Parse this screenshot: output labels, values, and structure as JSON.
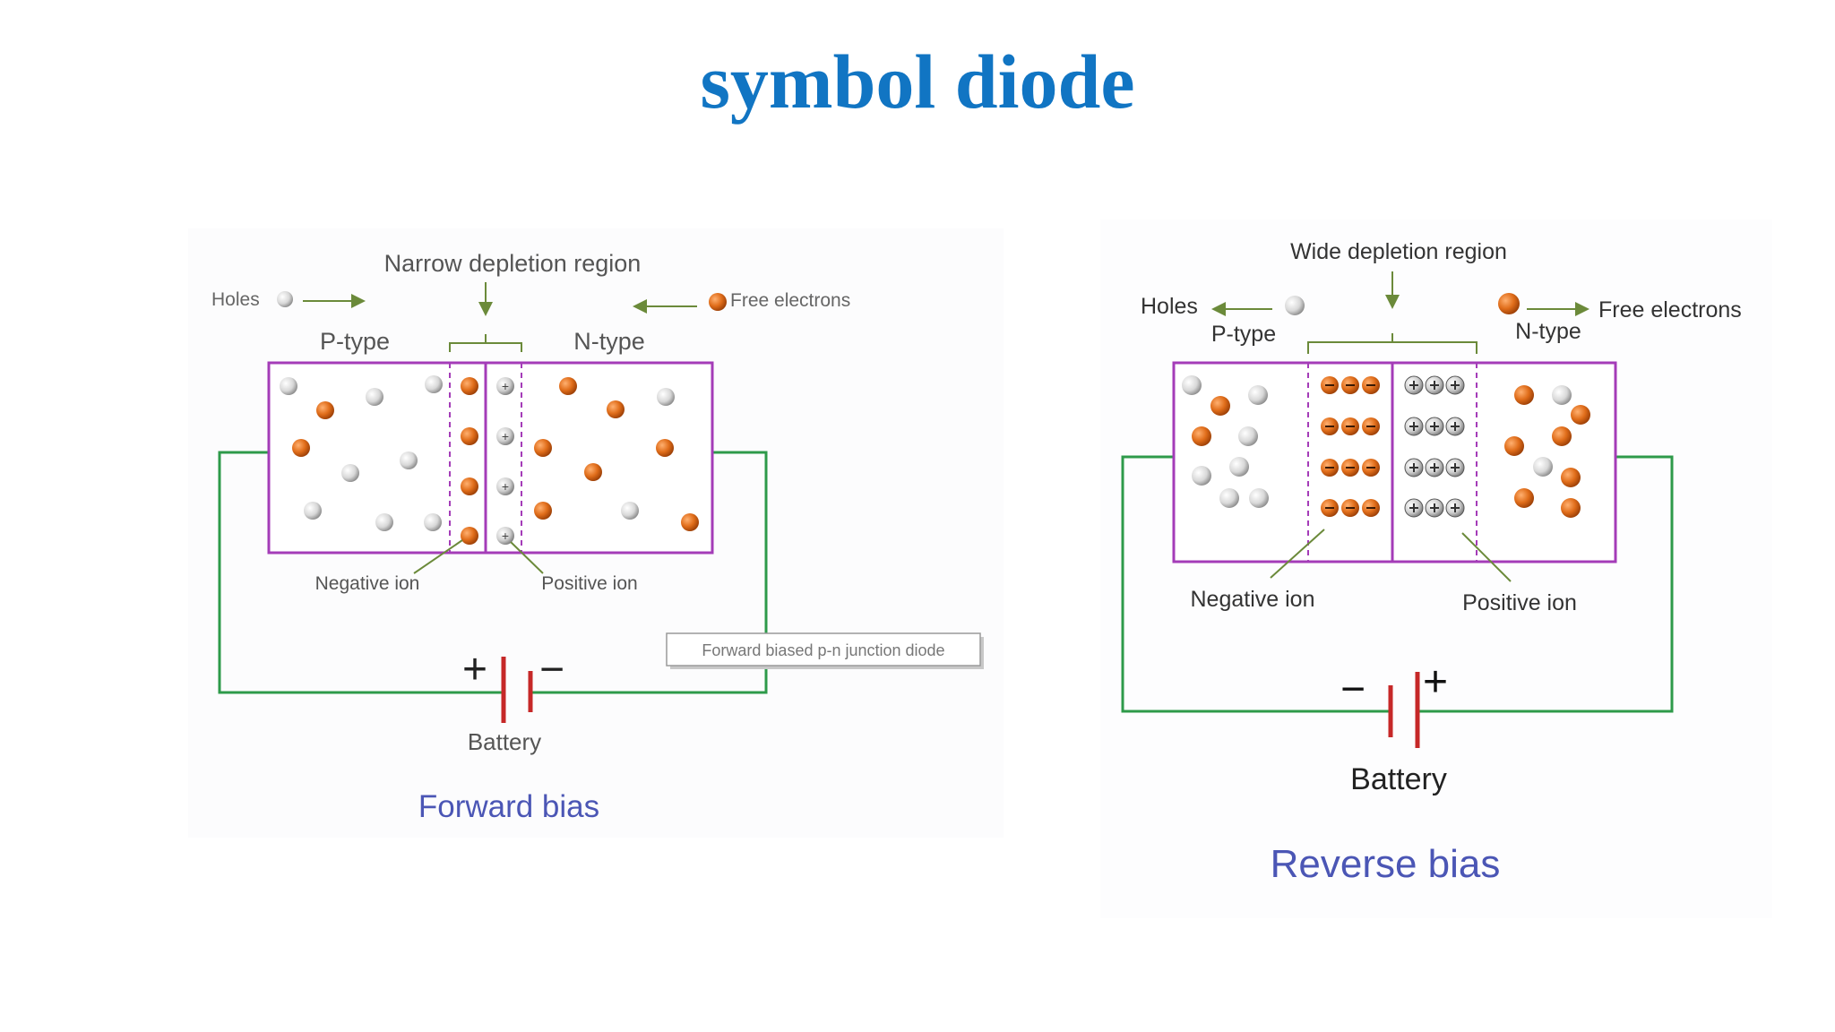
{
  "title": "symbol diode",
  "forward": {
    "depletion_label": "Narrow depletion region",
    "holes_label": "Holes",
    "electrons_label": "Free electrons",
    "p_type": "P-type",
    "n_type": "N-type",
    "negative_ion": "Negative ion",
    "positive_ion": "Positive ion",
    "battery_plus": "+",
    "battery_minus": "−",
    "battery_label": "Battery",
    "tooltip": "Forward biased p-n junction diode",
    "caption": "Forward bias"
  },
  "reverse": {
    "depletion_label": "Wide depletion region",
    "holes_label": "Holes",
    "electrons_label": "Free electrons",
    "p_type": "P-type",
    "n_type": "N-type",
    "negative_ion": "Negative ion",
    "positive_ion": "Positive ion",
    "battery_minus": "−",
    "battery_plus": "+",
    "battery_label": "Battery",
    "caption": "Reverse bias"
  },
  "colors": {
    "title": "#1175c3",
    "crystal_border": "#a43cb8",
    "circuit_wire": "#2e9a4a",
    "bracket": "#6b8a3a",
    "battery": "#c62828",
    "electron": "#e06d1a",
    "hole": "#d8d8d8",
    "caption": "#4b56b5"
  }
}
